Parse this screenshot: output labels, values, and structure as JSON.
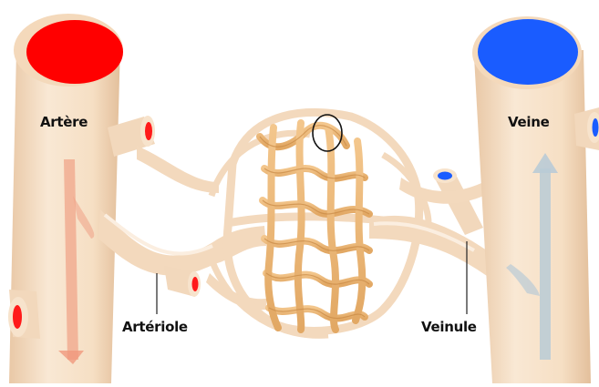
{
  "labels": {
    "artery": "Artère",
    "vein": "Veine",
    "arteriole": "Artériole",
    "venule": "Veinule"
  },
  "colors": {
    "artery_blood": "#ff0000",
    "vein_blood": "#1a5cff",
    "vessel_wall": "#f6dfc4",
    "vessel_shadow": "#e6c3a0",
    "capillary": "#eebc7e",
    "capillary_dark": "#c98a45",
    "flow_arrow_artery": "#f0997d",
    "flow_arrow_vein": "#b9cbd6"
  },
  "icons": [
    "artery-cross-section",
    "vein-cross-section",
    "capillary-bed",
    "highlight-circle"
  ]
}
